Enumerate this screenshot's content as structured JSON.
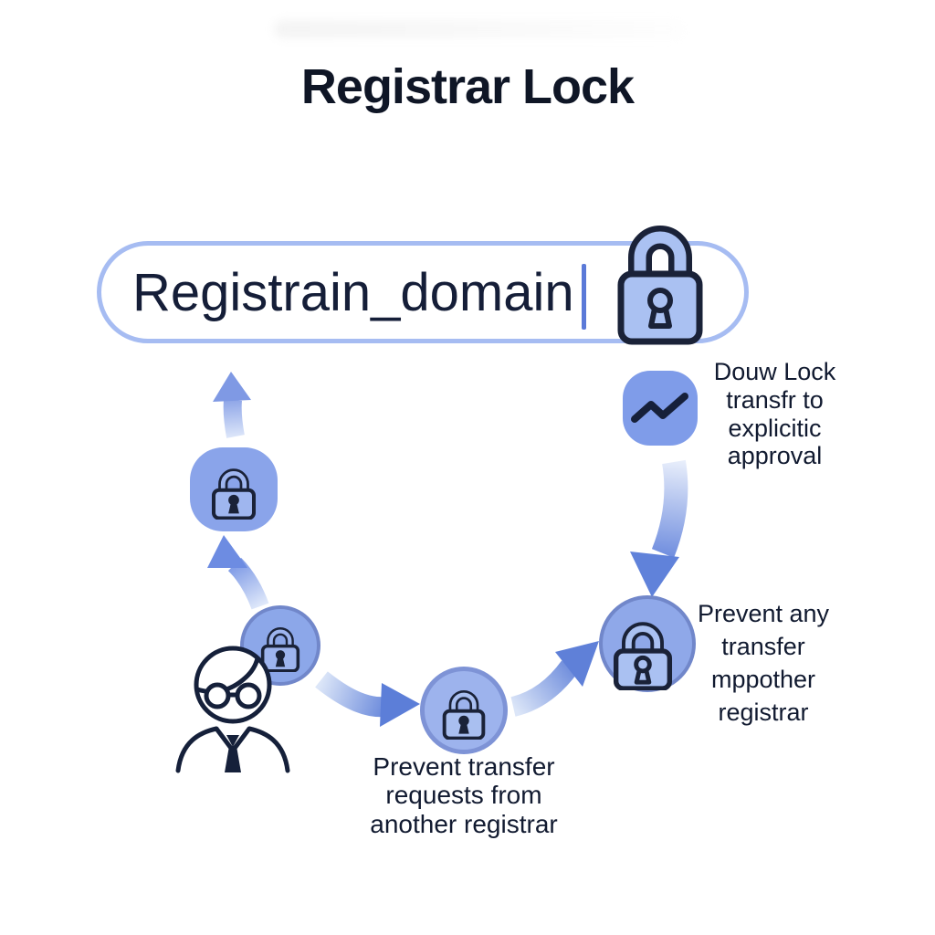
{
  "title": "Registrar Lock",
  "domain_input": {
    "value": "Registrain_domain",
    "cursor_visible": true,
    "icon": "lock-icon"
  },
  "steps": [
    {
      "id": "explicit-approval",
      "icon": "trend-arrow-icon",
      "label": "Douw Lock\ntransfr to\nexplicitic\napproval"
    },
    {
      "id": "prevent-any-transfer",
      "icon": "lock-icon",
      "label": "Prevent any\ntransfer\nmppother\nregistrar"
    },
    {
      "id": "prevent-transfer-requests",
      "icon": "lock-icon",
      "label": "Prevent transfer\nrequests from\nanother registrar"
    }
  ],
  "flow": {
    "icons": [
      "person-icon",
      "lock-icon",
      "lock-icon",
      "lock-icon",
      "lock-icon",
      "trend-arrow-icon"
    ],
    "arrows": [
      "up-to-input",
      "up-from-person",
      "person-to-middle",
      "middle-to-right",
      "down-to-right-lock"
    ]
  },
  "colors": {
    "ink": "#1a2238",
    "title_ink": "#0f1626",
    "periwinkle": "#85a0e8",
    "node_ring": "#7187ca",
    "lock_body": "#aac1f2",
    "arrow_head": "#5c7ed8",
    "input_border": "#a6bcf2",
    "cursor": "#5b7ad8",
    "background": "#ffffff"
  }
}
